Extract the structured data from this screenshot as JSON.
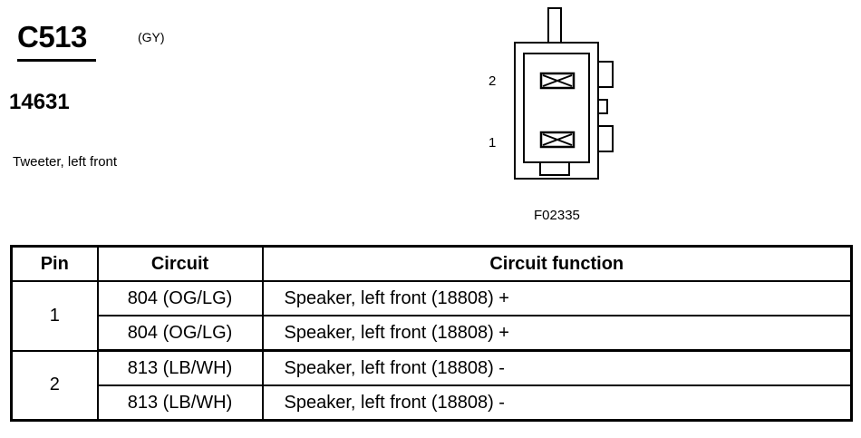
{
  "connector": {
    "id": "C513",
    "color": "(GY)",
    "part_number": "14631",
    "description": "Tweeter, left front",
    "figure_id": "F02335",
    "pin_labels": [
      "2",
      "1"
    ]
  },
  "table": {
    "headers": [
      "Pin",
      "Circuit",
      "Circuit function"
    ],
    "groups": [
      {
        "pin": "1",
        "rows": [
          {
            "circuit": "804 (OG/LG)",
            "function": "Speaker, left front (18808) +"
          },
          {
            "circuit": "804 (OG/LG)",
            "function": "Speaker, left front (18808) +"
          }
        ]
      },
      {
        "pin": "2",
        "rows": [
          {
            "circuit": "813 (LB/WH)",
            "function": "Speaker, left front (18808) -"
          },
          {
            "circuit": "813 (LB/WH)",
            "function": "Speaker, left front (18808) -"
          }
        ]
      }
    ]
  }
}
